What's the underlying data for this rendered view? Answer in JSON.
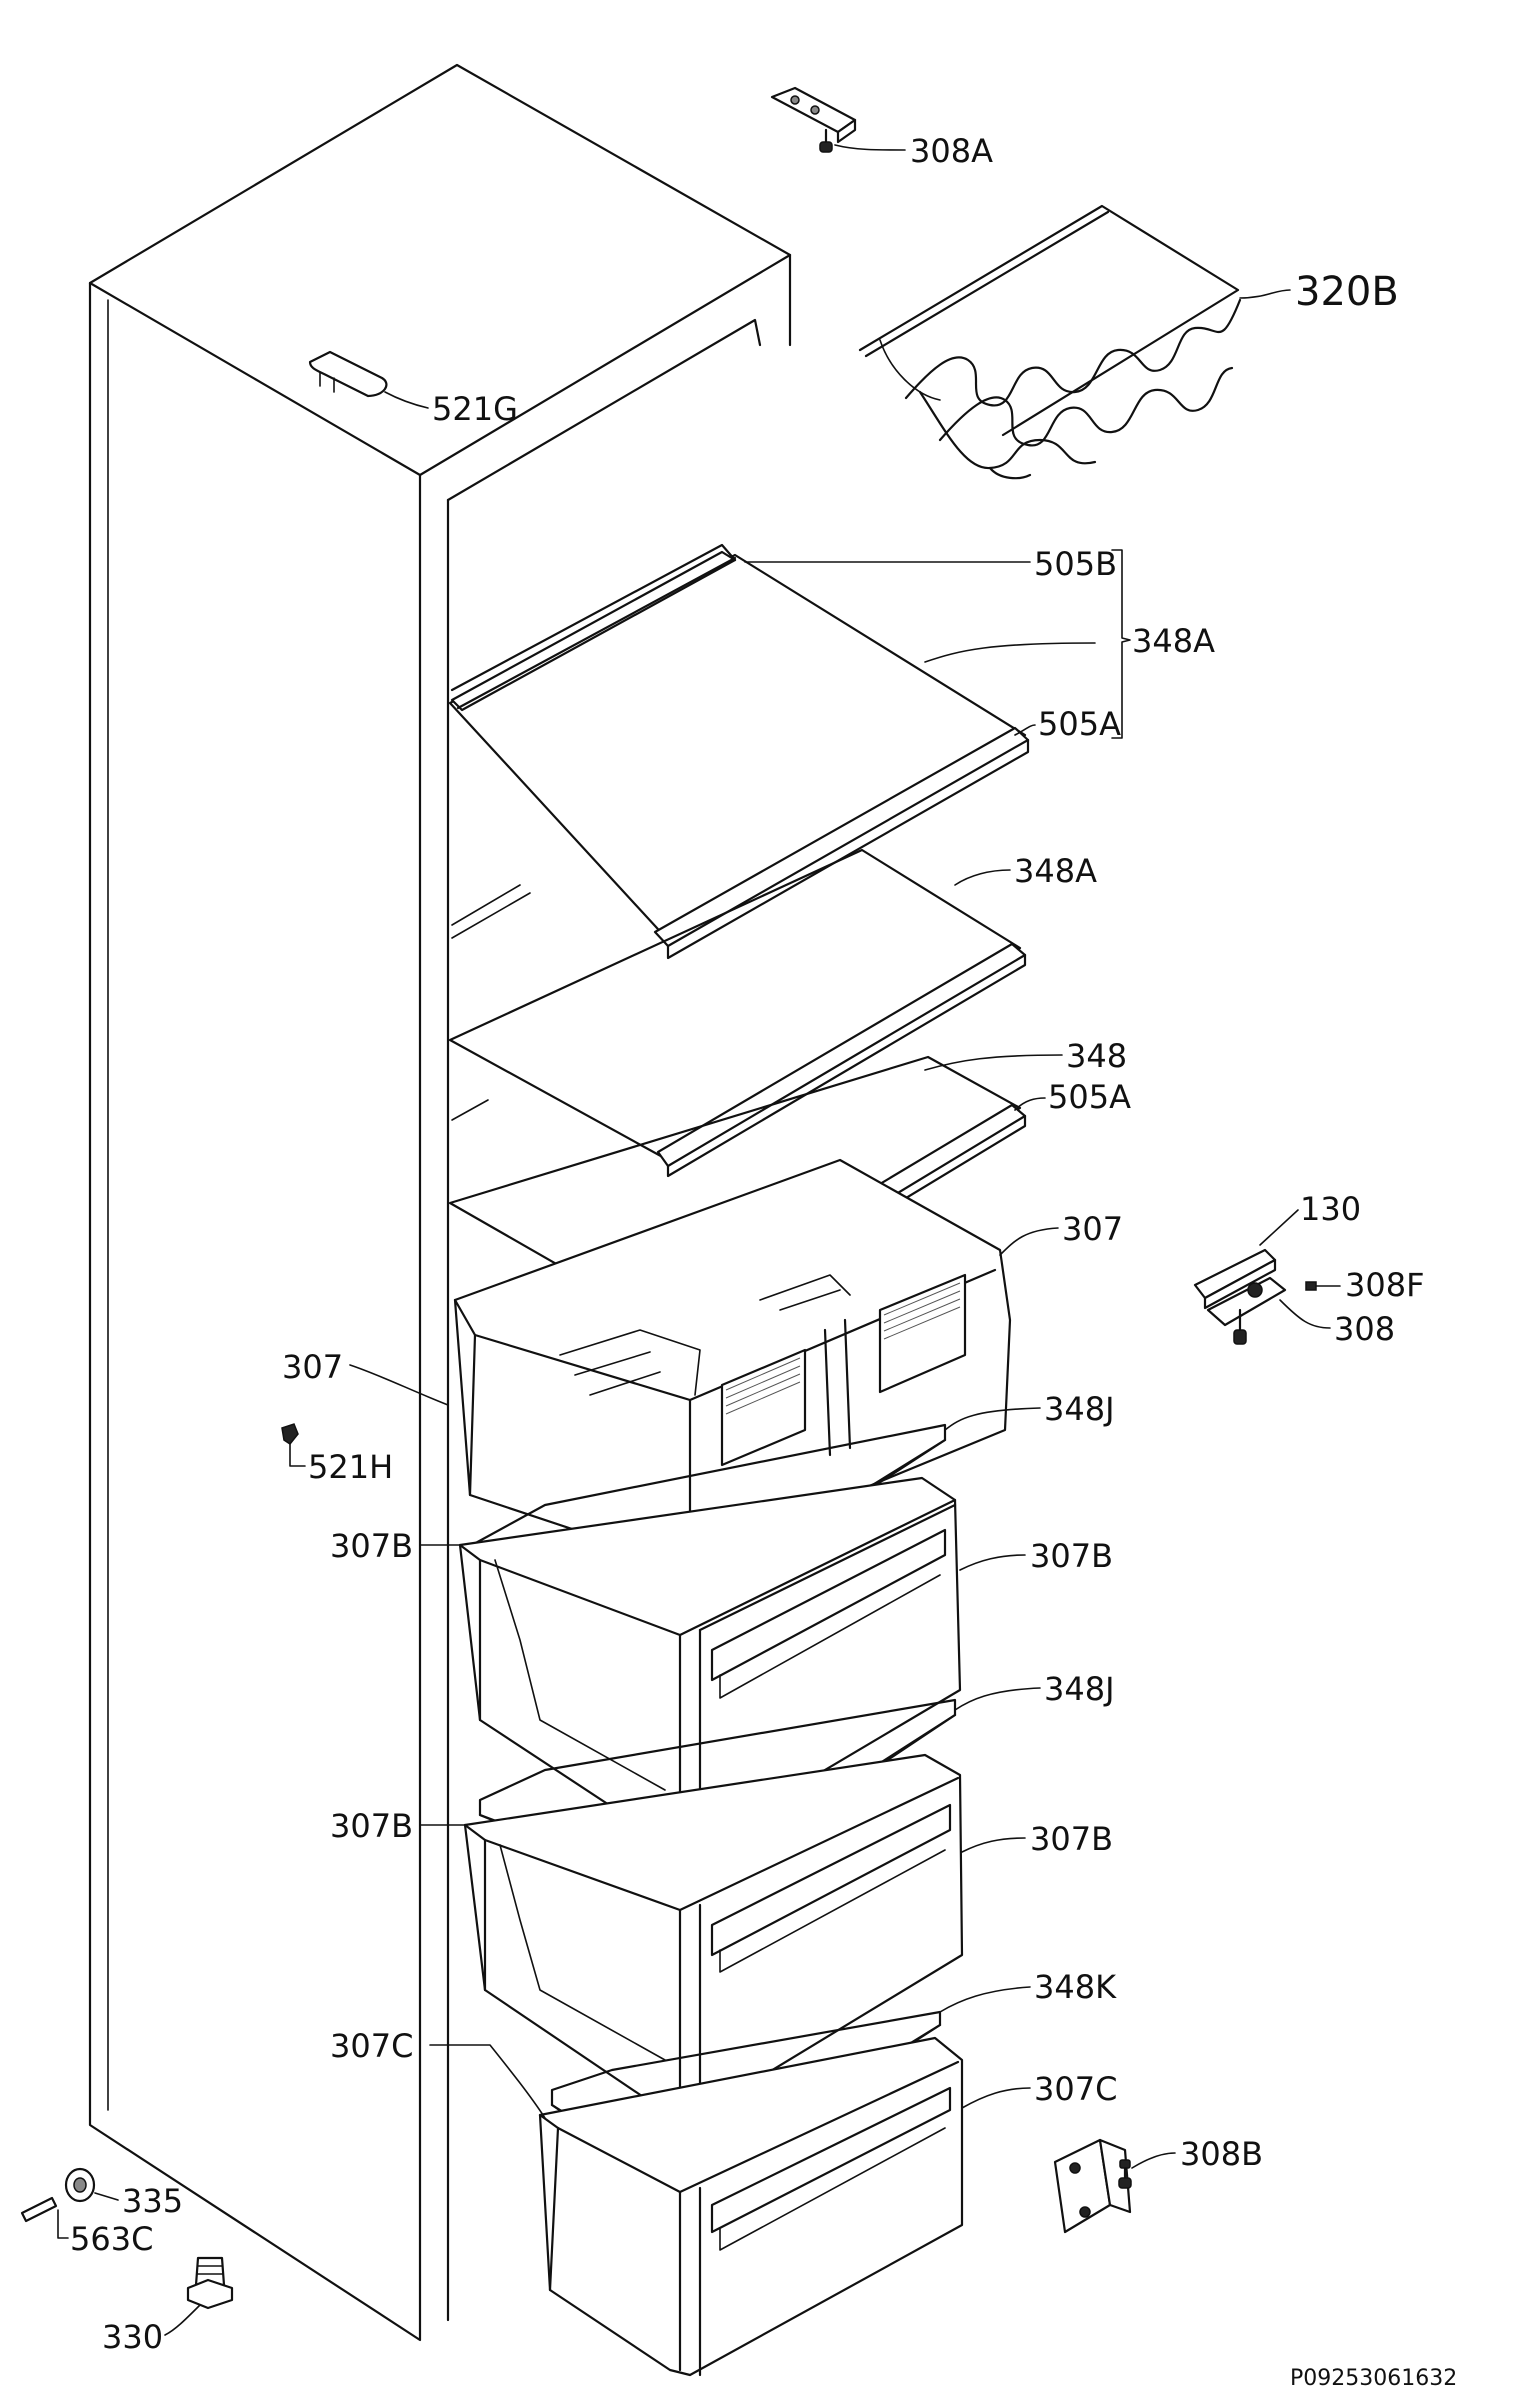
{
  "diagram_code": "P09253061632",
  "labels": {
    "l308A": "308A",
    "l320B": "320B",
    "l521G": "521G",
    "l505B": "505B",
    "l348A_a": "348A",
    "l505A_a": "505A",
    "l348A_b": "348A",
    "l348": "348",
    "l505A_b": "505A",
    "l130": "130",
    "l308F": "308F",
    "l308": "308",
    "l307_r": "307",
    "l307_l": "307",
    "l521H": "521H",
    "l348J_a": "348J",
    "l307B_l1": "307B",
    "l307B_r1": "307B",
    "l348J_b": "348J",
    "l307B_l2": "307B",
    "l307B_r2": "307B",
    "l348K": "348K",
    "l307C_l": "307C",
    "l307C_r": "307C",
    "l308B": "308B",
    "l335": "335",
    "l563C": "563C",
    "l330": "330"
  }
}
